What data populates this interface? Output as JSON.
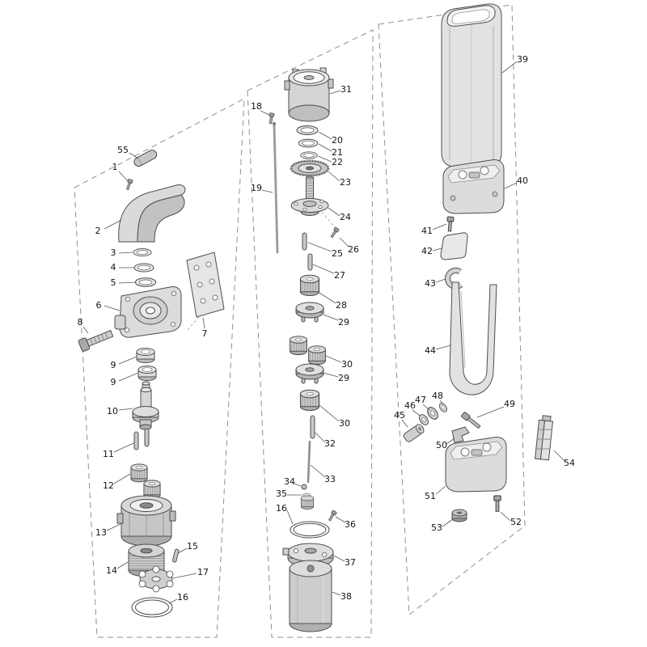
{
  "diagram": {
    "type": "exploded-parts-diagram",
    "style": {
      "background": "#ffffff",
      "line_color": "#4d4d4d",
      "label_color": "#141414",
      "boundary_style": "dashed"
    },
    "callouts": [
      {
        "label": "55",
        "text": [
          152,
          186
        ],
        "line": [
          [
            160,
            189
          ],
          [
            171,
            196
          ]
        ]
      },
      {
        "label": "1",
        "text": [
          142,
          207
        ],
        "line": [
          [
            147,
            212
          ],
          [
            158,
            224
          ]
        ]
      },
      {
        "label": "2",
        "text": [
          121,
          286
        ],
        "line": [
          [
            129,
            283
          ],
          [
            150,
            272
          ]
        ]
      },
      {
        "label": "3",
        "text": [
          140,
          313
        ],
        "line": [
          [
            147,
            313
          ],
          [
            164,
            312
          ]
        ]
      },
      {
        "label": "4",
        "text": [
          140,
          331
        ],
        "line": [
          [
            147,
            331
          ],
          [
            166,
            331
          ]
        ]
      },
      {
        "label": "5",
        "text": [
          140,
          350
        ],
        "line": [
          [
            147,
            350
          ],
          [
            168,
            349
          ]
        ]
      },
      {
        "label": "6",
        "text": [
          122,
          378
        ],
        "line": [
          [
            129,
            378
          ],
          [
            148,
            384
          ]
        ]
      },
      {
        "label": "7",
        "text": [
          253,
          413
        ],
        "line": [
          [
            253,
            406
          ],
          [
            251,
            393
          ]
        ]
      },
      {
        "label": "8",
        "text": [
          99,
          399
        ],
        "line": [
          [
            103,
            404
          ],
          [
            109,
            412
          ]
        ]
      },
      {
        "label": "9",
        "text": [
          140,
          452
        ],
        "line": [
          [
            147,
            450
          ],
          [
            169,
            441
          ]
        ]
      },
      {
        "label": "9",
        "text": [
          140,
          473
        ],
        "line": [
          [
            147,
            471
          ],
          [
            171,
            461
          ]
        ]
      },
      {
        "label": "10",
        "text": [
          139,
          509
        ],
        "line": [
          [
            147,
            507
          ],
          [
            164,
            505
          ]
        ]
      },
      {
        "label": "11",
        "text": [
          134,
          562
        ],
        "line": [
          [
            141,
            559
          ],
          [
            165,
            548
          ]
        ]
      },
      {
        "label": "12",
        "text": [
          134,
          601
        ],
        "line": [
          [
            141,
            598
          ],
          [
            161,
            586
          ]
        ]
      },
      {
        "label": "13",
        "text": [
          125,
          659
        ],
        "line": [
          [
            132,
            656
          ],
          [
            149,
            648
          ]
        ]
      },
      {
        "label": "14",
        "text": [
          138,
          706
        ],
        "line": [
          [
            145,
            703
          ],
          [
            158,
            695
          ]
        ]
      },
      {
        "label": "15",
        "text": [
          238,
          676
        ],
        "line": [
          [
            231,
            678
          ],
          [
            220,
            684
          ]
        ]
      },
      {
        "label": "17",
        "text": [
          251,
          708
        ],
        "line": [
          [
            243,
            709
          ],
          [
            214,
            715
          ]
        ]
      },
      {
        "label": "16",
        "text": [
          226,
          739
        ],
        "line": [
          [
            219,
            741
          ],
          [
            209,
            746
          ]
        ]
      },
      {
        "label": "18",
        "text": [
          317,
          132
        ],
        "line": [
          [
            322,
            137
          ],
          [
            333,
            142
          ]
        ]
      },
      {
        "label": "19",
        "text": [
          317,
          233
        ],
        "line": [
          [
            324,
            235
          ],
          [
            337,
            238
          ]
        ]
      },
      {
        "label": "31",
        "text": [
          428,
          111
        ],
        "line": [
          [
            421,
            112
          ],
          [
            408,
            116
          ]
        ]
      },
      {
        "label": "20",
        "text": [
          417,
          174
        ],
        "line": [
          [
            410,
            172
          ],
          [
            394,
            163
          ]
        ]
      },
      {
        "label": "21",
        "text": [
          417,
          189
        ],
        "line": [
          [
            410,
            187
          ],
          [
            394,
            178
          ]
        ]
      },
      {
        "label": "22",
        "text": [
          417,
          201
        ],
        "line": [
          [
            410,
            200
          ],
          [
            393,
            193
          ]
        ]
      },
      {
        "label": "23",
        "text": [
          427,
          226
        ],
        "line": [
          [
            420,
            224
          ],
          [
            406,
            212
          ]
        ]
      },
      {
        "label": "24",
        "text": [
          427,
          269
        ],
        "line": [
          [
            420,
            267
          ],
          [
            406,
            257
          ]
        ]
      },
      {
        "label": "26",
        "text": [
          437,
          309
        ],
        "line": [
          [
            431,
            305
          ],
          [
            420,
            294
          ]
        ]
      },
      {
        "label": "25",
        "text": [
          417,
          314
        ],
        "line": [
          [
            410,
            311
          ],
          [
            381,
            300
          ]
        ]
      },
      {
        "label": "27",
        "text": [
          420,
          341
        ],
        "line": [
          [
            413,
            338
          ],
          [
            387,
            327
          ]
        ]
      },
      {
        "label": "28",
        "text": [
          422,
          378
        ],
        "line": [
          [
            415,
            375
          ],
          [
            395,
            362
          ]
        ]
      },
      {
        "label": "29",
        "text": [
          425,
          399
        ],
        "line": [
          [
            418,
            396
          ],
          [
            400,
            389
          ]
        ]
      },
      {
        "label": "30",
        "text": [
          429,
          451
        ],
        "line": [
          [
            422,
            448
          ],
          [
            403,
            440
          ]
        ]
      },
      {
        "label": "29",
        "text": [
          425,
          468
        ],
        "line": [
          [
            418,
            466
          ],
          [
            400,
            461
          ]
        ]
      },
      {
        "label": "30",
        "text": [
          426,
          524
        ],
        "line": [
          [
            419,
            521
          ],
          [
            395,
            501
          ]
        ]
      },
      {
        "label": "32",
        "text": [
          408,
          549
        ],
        "line": [
          [
            402,
            547
          ],
          [
            390,
            535
          ]
        ]
      },
      {
        "label": "33",
        "text": [
          408,
          593
        ],
        "line": [
          [
            402,
            590
          ],
          [
            384,
            575
          ]
        ]
      },
      {
        "label": "34",
        "text": [
          358,
          596
        ],
        "line": [
          [
            364,
            598
          ],
          [
            372,
            601
          ]
        ]
      },
      {
        "label": "35",
        "text": [
          348,
          611
        ],
        "line": [
          [
            355,
            612
          ],
          [
            373,
            612
          ]
        ]
      },
      {
        "label": "16",
        "text": [
          348,
          629
        ],
        "line": [
          [
            355,
            631
          ],
          [
            362,
            648
          ]
        ]
      },
      {
        "label": "36",
        "text": [
          433,
          649
        ],
        "line": [
          [
            427,
            646
          ],
          [
            415,
            639
          ]
        ]
      },
      {
        "label": "37",
        "text": [
          433,
          696
        ],
        "line": [
          [
            426,
            694
          ],
          [
            413,
            687
          ]
        ]
      },
      {
        "label": "38",
        "text": [
          428,
          738
        ],
        "line": [
          [
            421,
            736
          ],
          [
            411,
            732
          ]
        ]
      },
      {
        "label": "39",
        "text": [
          646,
          74
        ],
        "line": [
          [
            639,
            76
          ],
          [
            621,
            90
          ]
        ]
      },
      {
        "label": "40",
        "text": [
          646,
          224
        ],
        "line": [
          [
            639,
            226
          ],
          [
            624,
            233
          ]
        ]
      },
      {
        "label": "41",
        "text": [
          528,
          286
        ],
        "line": [
          [
            535,
            284
          ],
          [
            552,
            277
          ]
        ]
      },
      {
        "label": "42",
        "text": [
          528,
          311
        ],
        "line": [
          [
            535,
            310
          ],
          [
            546,
            307
          ]
        ]
      },
      {
        "label": "43",
        "text": [
          532,
          351
        ],
        "line": [
          [
            539,
            349
          ],
          [
            551,
            345
          ]
        ]
      },
      {
        "label": "44",
        "text": [
          532,
          434
        ],
        "line": [
          [
            539,
            432
          ],
          [
            557,
            427
          ]
        ]
      },
      {
        "label": "45",
        "text": [
          494,
          514
        ],
        "line": [
          [
            497,
            519
          ],
          [
            504,
            528
          ]
        ]
      },
      {
        "label": "46",
        "text": [
          507,
          502
        ],
        "line": [
          [
            510,
            507
          ],
          [
            519,
            514
          ]
        ]
      },
      {
        "label": "47",
        "text": [
          520,
          495
        ],
        "line": [
          [
            523,
            500
          ],
          [
            531,
            507
          ]
        ]
      },
      {
        "label": "48",
        "text": [
          541,
          490
        ],
        "line": [
          [
            544,
            495
          ],
          [
            548,
            500
          ]
        ]
      },
      {
        "label": "49",
        "text": [
          630,
          500
        ],
        "line": [
          [
            623,
            503
          ],
          [
            590,
            516
          ]
        ]
      },
      {
        "label": "50",
        "text": [
          546,
          551
        ],
        "line": [
          [
            552,
            549
          ],
          [
            562,
            542
          ]
        ]
      },
      {
        "label": "51",
        "text": [
          532,
          614
        ],
        "line": [
          [
            539,
            611
          ],
          [
            551,
            601
          ]
        ]
      },
      {
        "label": "52",
        "text": [
          638,
          646
        ],
        "line": [
          [
            631,
            644
          ],
          [
            619,
            633
          ]
        ]
      },
      {
        "label": "53",
        "text": [
          540,
          653
        ],
        "line": [
          [
            547,
            651
          ],
          [
            560,
            642
          ]
        ]
      },
      {
        "label": "54",
        "text": [
          704,
          573
        ],
        "line": [
          [
            698,
            570
          ],
          [
            685,
            557
          ]
        ]
      }
    ]
  }
}
